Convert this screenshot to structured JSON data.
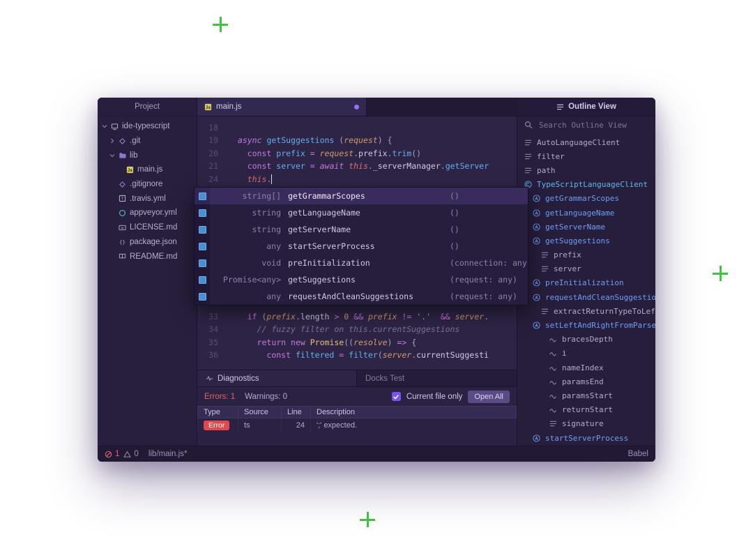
{
  "colors": {
    "accent_green": "#3fc53f",
    "accent_purple": "#7a52f0",
    "error_red": "#df4a4e",
    "method_blue": "#6d9ff6"
  },
  "project_panel": {
    "title": "Project",
    "tree": [
      {
        "label": "ide-typescript",
        "depth": 0,
        "chevron": "down",
        "icon": "repo"
      },
      {
        "label": ".git",
        "depth": 1,
        "chevron": "right",
        "icon": "git"
      },
      {
        "label": "lib",
        "depth": 1,
        "chevron": "down",
        "icon": "folder"
      },
      {
        "label": "main.js",
        "depth": 2,
        "chevron": "none",
        "icon": "js"
      },
      {
        "label": ".gitignore",
        "depth": 1,
        "chevron": "none",
        "icon": "git"
      },
      {
        "label": ".travis.yml",
        "depth": 1,
        "chevron": "none",
        "icon": "travis"
      },
      {
        "label": "appveyor.yml",
        "depth": 1,
        "chevron": "none",
        "icon": "appveyor"
      },
      {
        "label": "LICENSE.md",
        "depth": 1,
        "chevron": "none",
        "icon": "md"
      },
      {
        "label": "package.json",
        "depth": 1,
        "chevron": "none",
        "icon": "json"
      },
      {
        "label": "README.md",
        "depth": 1,
        "chevron": "none",
        "icon": "book"
      }
    ]
  },
  "tab_bar": {
    "active_tab": {
      "label": "main.js",
      "modified": true
    }
  },
  "editor": {
    "top_lines": [
      {
        "no": "18",
        "tokens": []
      },
      {
        "no": "19",
        "tokens": [
          [
            "  ",
            "pl"
          ],
          [
            "async",
            "kwi"
          ],
          [
            " ",
            "pl"
          ],
          [
            "getSuggestions",
            "fn"
          ],
          [
            " (",
            "pn"
          ],
          [
            "request",
            "arg"
          ],
          [
            ") {",
            "pn"
          ]
        ]
      },
      {
        "no": "20",
        "tokens": [
          [
            "    ",
            "pl"
          ],
          [
            "const",
            "kw"
          ],
          [
            " ",
            "pl"
          ],
          [
            "prefix",
            "def"
          ],
          [
            " ",
            "pl"
          ],
          [
            "=",
            "op"
          ],
          [
            " ",
            "pl"
          ],
          [
            "request",
            "arg"
          ],
          [
            ".",
            "pn"
          ],
          [
            "prefix",
            "pl"
          ],
          [
            ".",
            "pn"
          ],
          [
            "trim",
            "fn"
          ],
          [
            "()",
            "pn"
          ]
        ]
      },
      {
        "no": "21",
        "tokens": [
          [
            "    ",
            "pl"
          ],
          [
            "const",
            "kw"
          ],
          [
            " ",
            "pl"
          ],
          [
            "server",
            "def"
          ],
          [
            " ",
            "pl"
          ],
          [
            "=",
            "op"
          ],
          [
            " ",
            "pl"
          ],
          [
            "await",
            "kwi"
          ],
          [
            " ",
            "pl"
          ],
          [
            "this",
            "this"
          ],
          [
            ".",
            "pn"
          ],
          [
            "_serverManager",
            "pl"
          ],
          [
            ".",
            "pn"
          ],
          [
            "getServer",
            "fn"
          ]
        ]
      },
      {
        "no": "24",
        "tokens": [
          [
            "    ",
            "pl"
          ],
          [
            "this",
            "this"
          ],
          [
            ".",
            "pn"
          ],
          [
            "",
            "cursor"
          ]
        ]
      }
    ],
    "bottom_lines": [
      {
        "no": "33",
        "tokens": [
          [
            "    ",
            "pl"
          ],
          [
            "if",
            "kw"
          ],
          [
            " (",
            "pn"
          ],
          [
            "prefix",
            "arg"
          ],
          [
            ".",
            "pn"
          ],
          [
            "length",
            "pl"
          ],
          [
            " ",
            "pl"
          ],
          [
            ">",
            "op"
          ],
          [
            " ",
            "pl"
          ],
          [
            "0",
            "num"
          ],
          [
            " ",
            "pl"
          ],
          [
            "&&",
            "op"
          ],
          [
            " ",
            "pl"
          ],
          [
            "prefix",
            "arg"
          ],
          [
            " ",
            "pl"
          ],
          [
            "!=",
            "op"
          ],
          [
            " ",
            "pl"
          ],
          [
            "'.'",
            "str"
          ],
          [
            "  ",
            "pl"
          ],
          [
            "&&",
            "op"
          ],
          [
            " ",
            "pl"
          ],
          [
            "server",
            "arg"
          ],
          [
            ".",
            "pn"
          ]
        ]
      },
      {
        "no": "34",
        "tokens": [
          [
            "      ",
            "pl"
          ],
          [
            "// fuzzy filter on this.currentSuggestions",
            "cmt"
          ]
        ]
      },
      {
        "no": "35",
        "tokens": [
          [
            "      ",
            "pl"
          ],
          [
            "return",
            "kw"
          ],
          [
            " ",
            "pl"
          ],
          [
            "new",
            "kw"
          ],
          [
            " ",
            "pl"
          ],
          [
            "Promise",
            "cls"
          ],
          [
            "((",
            "pn"
          ],
          [
            "resolve",
            "arg"
          ],
          [
            ")",
            "pn"
          ],
          [
            " ",
            "pl"
          ],
          [
            "=>",
            "op"
          ],
          [
            " {",
            "pn"
          ]
        ]
      },
      {
        "no": "36",
        "tokens": [
          [
            "        ",
            "pl"
          ],
          [
            "const",
            "kw"
          ],
          [
            " ",
            "pl"
          ],
          [
            "filtered",
            "def"
          ],
          [
            " ",
            "pl"
          ],
          [
            "=",
            "op"
          ],
          [
            " ",
            "pl"
          ],
          [
            "filter",
            "fn"
          ],
          [
            "(",
            "pn"
          ],
          [
            "server",
            "arg"
          ],
          [
            ".",
            "pn"
          ],
          [
            "currentSuggesti",
            "pl"
          ]
        ]
      }
    ]
  },
  "autocomplete": {
    "rows": [
      {
        "type": "string[]",
        "name": "getGrammarScopes",
        "sig": "()",
        "selected": true
      },
      {
        "type": "string",
        "name": "getLanguageName",
        "sig": "()"
      },
      {
        "type": "string",
        "name": "getServerName",
        "sig": "()"
      },
      {
        "type": "any",
        "name": "startServerProcess",
        "sig": "()"
      },
      {
        "type": "void",
        "name": "preInitialization",
        "sig": "(connection: any"
      },
      {
        "type": "Promise<any>",
        "name": "getSuggestions",
        "sig": "(request: any)"
      },
      {
        "type": "any",
        "name": "requestAndCleanSuggestions",
        "sig": "(request: any)"
      }
    ]
  },
  "diagnostics": {
    "tabs": [
      {
        "label": "Diagnostics"
      },
      {
        "label": "Docks Test"
      }
    ],
    "errors_label": "Errors:",
    "errors_count": "1",
    "warnings_label": "Warnings:",
    "warnings_count": "0",
    "checkbox_label": "Current file only",
    "open_all_label": "Open All",
    "table": {
      "headers": [
        "Type",
        "Source",
        "Line",
        "Description"
      ],
      "rows": [
        {
          "type": "Error",
          "source": "ts",
          "line": "24",
          "description": "';' expected."
        }
      ]
    }
  },
  "outline": {
    "title": "Outline View",
    "search_placeholder": "Search Outline View",
    "items": [
      {
        "icon": "list",
        "label": "AutoLanguageClient",
        "depth": 0,
        "cls": ""
      },
      {
        "icon": "list",
        "label": "filter",
        "depth": 0,
        "cls": ""
      },
      {
        "icon": "list",
        "label": "path",
        "depth": 0,
        "cls": ""
      },
      {
        "icon": "class",
        "label": "TypeScriptLanguageClient",
        "depth": 0,
        "cls": "class"
      },
      {
        "icon": "method",
        "label": "getGrammarScopes",
        "depth": 1,
        "cls": "method"
      },
      {
        "icon": "method",
        "label": "getLanguageName",
        "depth": 1,
        "cls": "method"
      },
      {
        "icon": "method",
        "label": "getServerName",
        "depth": 1,
        "cls": "method"
      },
      {
        "icon": "method",
        "label": "getSuggestions",
        "depth": 1,
        "cls": "method"
      },
      {
        "icon": "list",
        "label": "prefix",
        "depth": 2,
        "cls": ""
      },
      {
        "icon": "list",
        "label": "server",
        "depth": 2,
        "cls": ""
      },
      {
        "icon": "method",
        "label": "preInitialization",
        "depth": 1,
        "cls": "method"
      },
      {
        "icon": "method",
        "label": "requestAndCleanSuggestion",
        "depth": 1,
        "cls": "method"
      },
      {
        "icon": "list",
        "label": "extractReturnTypeToLef",
        "depth": 2,
        "cls": ""
      },
      {
        "icon": "method",
        "label": "setLeftAndRightFromParsed",
        "depth": 1,
        "cls": "method"
      },
      {
        "icon": "wave",
        "label": "bracesDepth",
        "depth": 3,
        "cls": ""
      },
      {
        "icon": "wave",
        "label": "i",
        "depth": 3,
        "cls": ""
      },
      {
        "icon": "wave",
        "label": "nameIndex",
        "depth": 3,
        "cls": ""
      },
      {
        "icon": "wave",
        "label": "paramsEnd",
        "depth": 3,
        "cls": ""
      },
      {
        "icon": "wave",
        "label": "paramsStart",
        "depth": 3,
        "cls": ""
      },
      {
        "icon": "wave",
        "label": "returnStart",
        "depth": 3,
        "cls": ""
      },
      {
        "icon": "list",
        "label": "signature",
        "depth": 3,
        "cls": ""
      },
      {
        "icon": "method",
        "label": "startServerProcess",
        "depth": 1,
        "cls": "method"
      }
    ]
  },
  "status_bar": {
    "error_count": "1",
    "warning_count": "0",
    "file_path": "lib/main.js*",
    "grammar": "Babel"
  }
}
